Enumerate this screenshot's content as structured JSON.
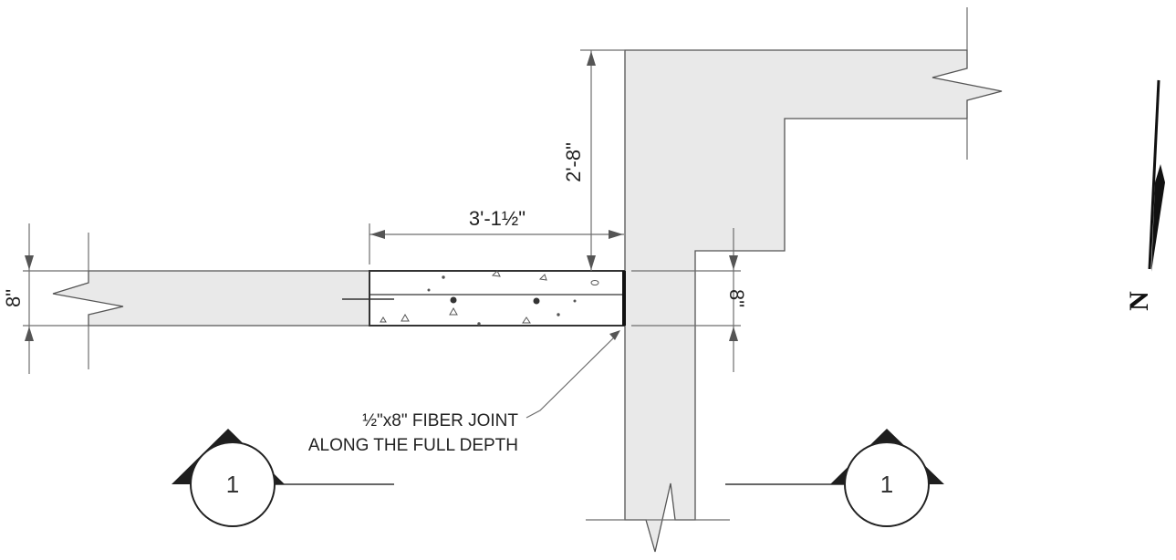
{
  "dimensions": {
    "wall_height": "2'-8\"",
    "slab_length": "3'-1½\"",
    "left_thickness": "8\"",
    "right_thickness": "8\""
  },
  "note": {
    "line1": "½\"x8\" FIBER JOINT",
    "line2": "ALONG THE FULL DEPTH"
  },
  "section_markers": [
    {
      "label": "1"
    },
    {
      "label": "1"
    }
  ],
  "north_arrow": {
    "label": "N"
  }
}
